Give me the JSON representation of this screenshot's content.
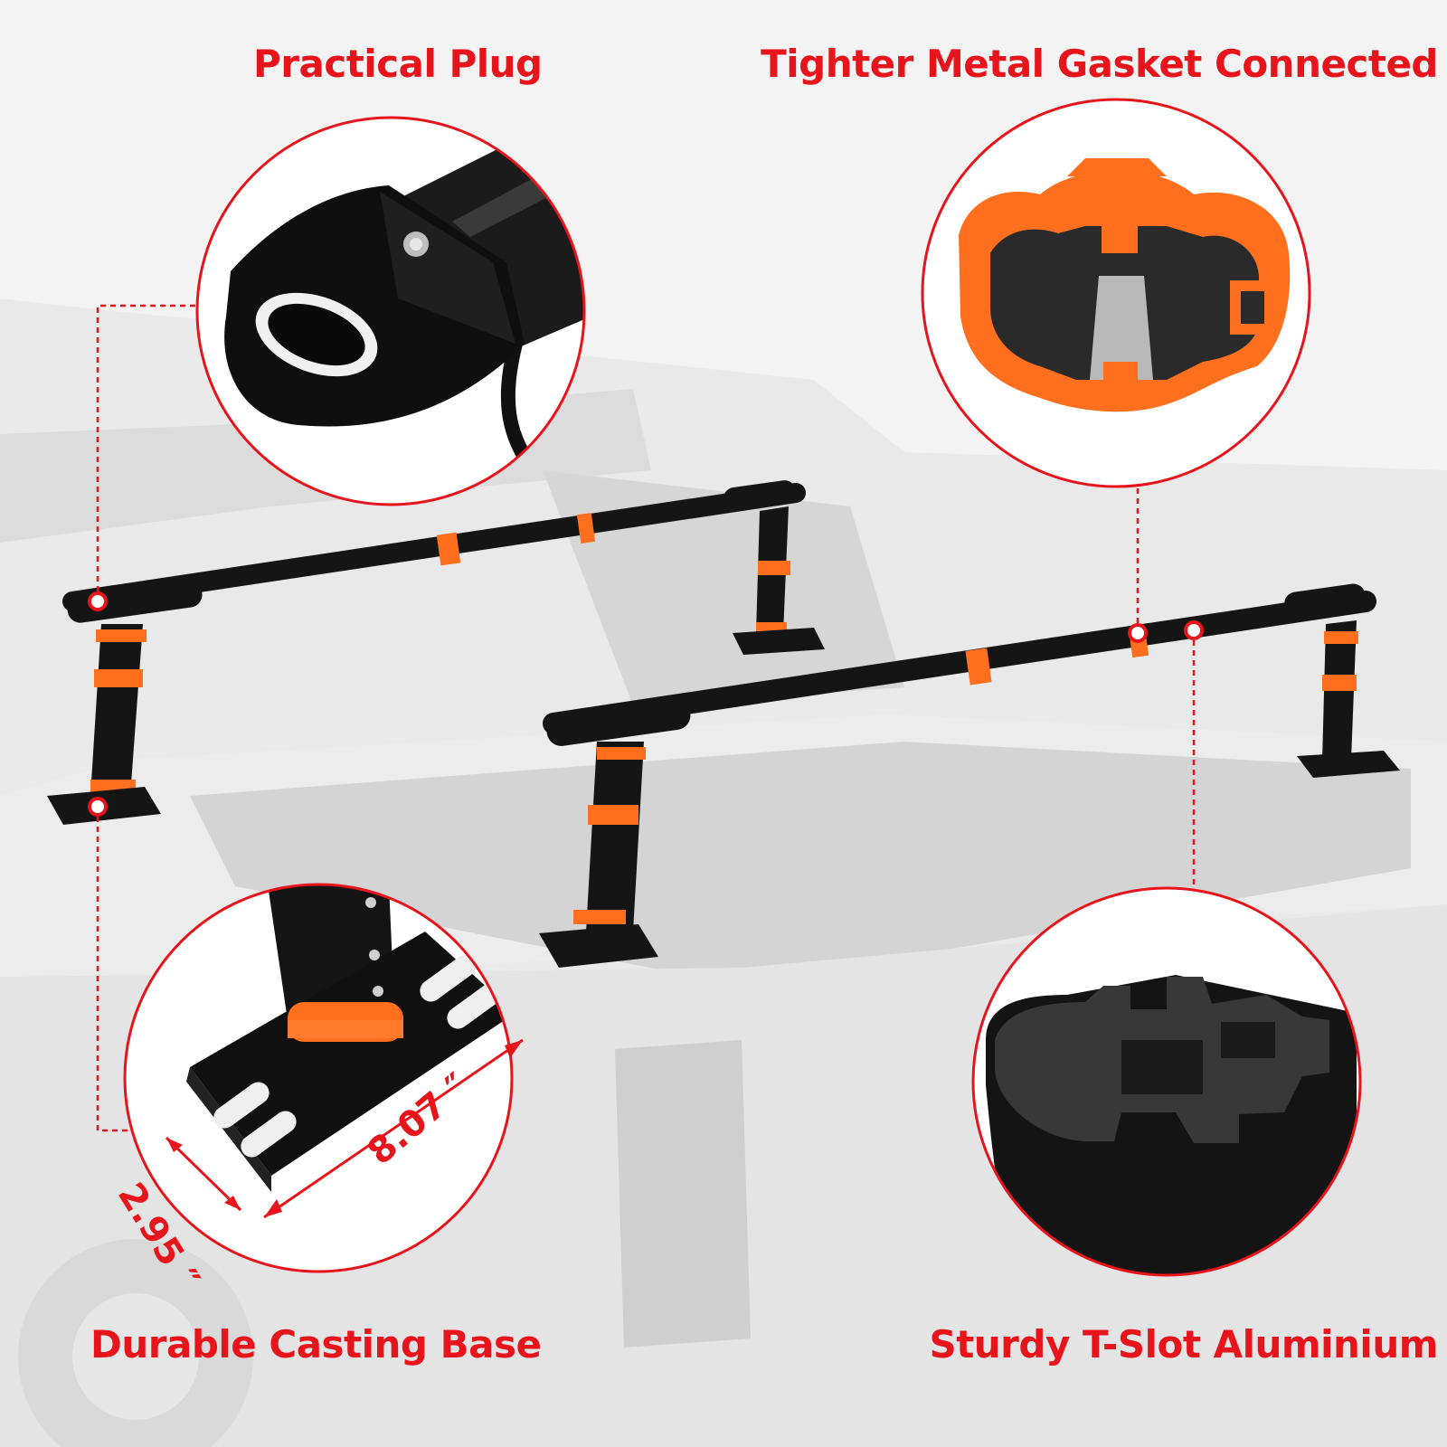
{
  "callouts": {
    "top_left": "Practical Plug",
    "top_right": "Tighter Metal Gasket Connected",
    "bottom_left": "Durable Casting Base",
    "bottom_right": "Sturdy T-Slot Aluminium"
  },
  "dimensions": {
    "length": "8.07 ″",
    "width": "2.95 ″"
  },
  "colors": {
    "label_red": "#e8141b",
    "accent_orange": "#ff6f1d",
    "metal_black": "#151515"
  },
  "icons": [
    "end-plug-closeup",
    "gasket-closeup",
    "casting-base-closeup",
    "t-slot-profile-closeup"
  ]
}
